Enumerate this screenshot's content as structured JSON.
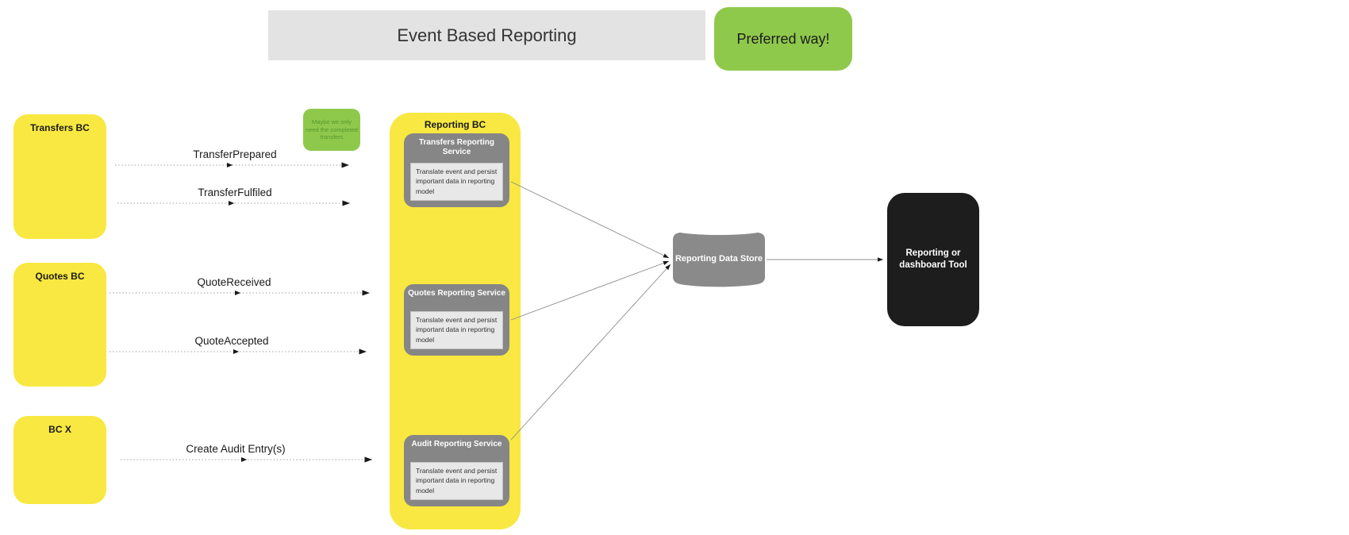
{
  "title": {
    "text": "Event Based Reporting"
  },
  "preferred_note": {
    "text": "Preferred way!"
  },
  "sticky_note": {
    "text": "Maybe we only need the completed transfers"
  },
  "sources": [
    {
      "label": "Transfers BC"
    },
    {
      "label": "Quotes BC"
    },
    {
      "label": "BC X"
    }
  ],
  "events": [
    {
      "label": "TransferPrepared"
    },
    {
      "label": "TransferFulfiled"
    },
    {
      "label": "QuoteReceived"
    },
    {
      "label": "QuoteAccepted"
    },
    {
      "label": "Create Audit Entry(s)"
    }
  ],
  "reporting_bc": {
    "label": "Reporting BC",
    "services": [
      {
        "title": "Transfers Reporting Service",
        "description": "Translate event and persist important data in reporting model"
      },
      {
        "title": "Quotes Reporting Service",
        "description": "Translate event and persist important data in reporting model"
      },
      {
        "title": "Audit Reporting Service",
        "description": "Translate event and persist important data in reporting model"
      }
    ]
  },
  "data_store": {
    "label": "Reporting Data Store"
  },
  "dashboard": {
    "label": "Reporting or dashboard Tool"
  },
  "colors": {
    "sticky_yellow": "#f8e841",
    "sticky_green": "#8fc94c",
    "service_gray": "#868686",
    "datastore_gray": "#8a8a8a",
    "dashboard_black": "#1d1d1d",
    "title_bar_gray": "#e3e3e3"
  }
}
